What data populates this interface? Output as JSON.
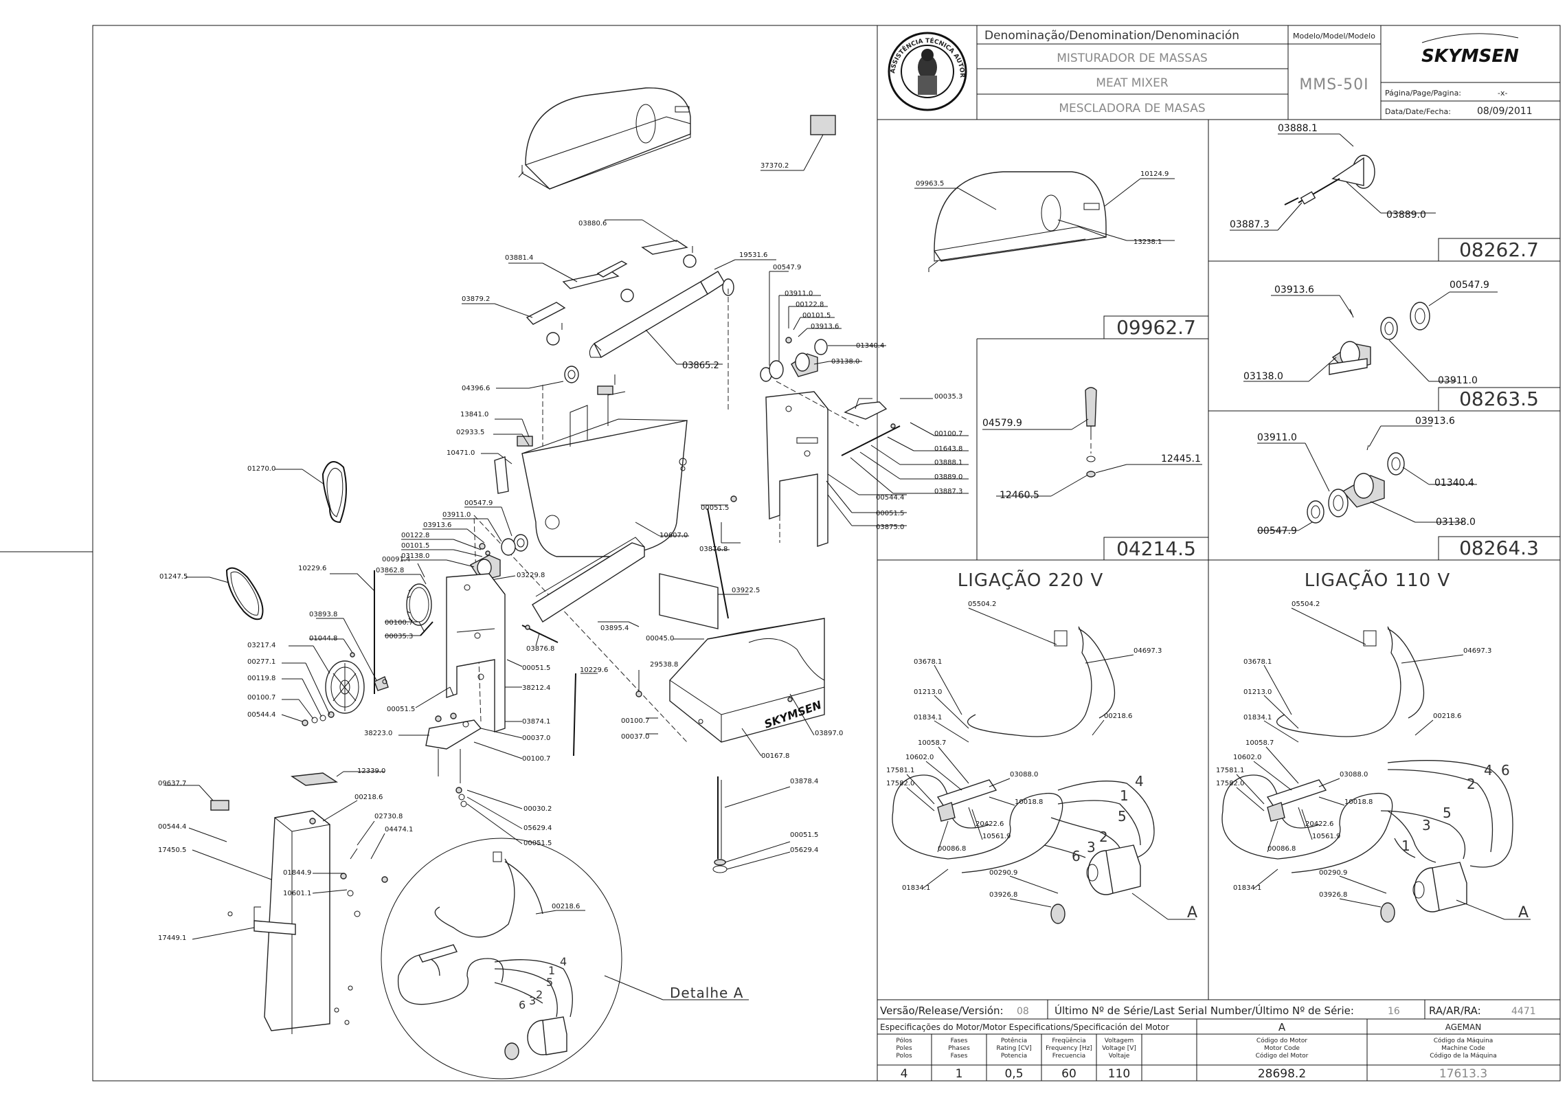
{
  "title_block": {
    "denomination_header": "Denominação/Denomination/Denominación",
    "model_header": "Modelo/Model/Modelo",
    "names": [
      "MISTURADOR DE MASSAS",
      "MEAT MIXER",
      "MESCLADORA DE MASAS"
    ],
    "model": "MMS-50I",
    "page_label": "Página/Page/Pagina:",
    "page_value": "-x-",
    "date_label": "Data/Date/Fecha:",
    "date_value": "08/09/2011",
    "brand": "SKYMSEN",
    "seal_text": "ASSISTÊNCIA TÉCNICA AUTORIZADA"
  },
  "sub_assemblies": [
    {
      "code": "09962.7",
      "parts": [
        "09963.5",
        "10124.9",
        "13238.1"
      ]
    },
    {
      "code": "08262.7",
      "parts": [
        "03888.1",
        "03889.0",
        "03887.3"
      ]
    },
    {
      "code": "08263.5",
      "parts": [
        "03913.6",
        "00547.9",
        "03138.0",
        "03911.0"
      ]
    },
    {
      "code": "08264.3",
      "parts": [
        "03911.0",
        "03913.6",
        "01340.4",
        "03138.0",
        "00547.9"
      ]
    },
    {
      "code": "04214.5",
      "parts": [
        "04579.9",
        "12445.1",
        "12460.5"
      ]
    }
  ],
  "wiring": [
    {
      "title": "LIGAÇÃO 220 V",
      "labels": [
        "05504.2",
        "04697.3",
        "03678.1",
        "01213.0",
        "01834.1",
        "00218.6",
        "10058.7",
        "10602.0",
        "17581.1",
        "17582.0",
        "03088.0",
        "10018.8",
        "20422.6",
        "10561.9",
        "00086.8",
        "01834.1",
        "00290.9",
        "03926.8"
      ],
      "numbers": [
        "4",
        "1",
        "5",
        "2",
        "6",
        "3"
      ],
      "motor_label": "A"
    },
    {
      "title": "LIGAÇÃO 110 V",
      "labels": [
        "05504.2",
        "04697.3",
        "03678.1",
        "01213.0",
        "01834.1",
        "00218.6",
        "10058.7",
        "10602.0",
        "17581.1",
        "17582.0",
        "03088.0",
        "10018.8",
        "20422.6",
        "10561.9",
        "00086.8",
        "01834.1",
        "00290.9",
        "03926.8"
      ],
      "numbers": [
        "4",
        "6",
        "2",
        "5",
        "3",
        "1"
      ],
      "motor_label": "A"
    }
  ],
  "main_labels": {
    "cover": "37370.2",
    "blade1": "03880.6",
    "blade2": "03881.4",
    "blade3": "03879.2",
    "washer": "19531.6",
    "shaft": "03865.2",
    "shaftend": "04396.6",
    "b1": "00547.9",
    "b2": "03911.0",
    "b3": "00122.8",
    "b4": "00101.5",
    "b5": "03913.6",
    "b6": "01340.4",
    "b7": "03138.0",
    "c1": "00035.3",
    "c2": "00100.7",
    "c3": "01643.8",
    "c4": "03888.1",
    "c5": "03889.0",
    "c6": "03887.3",
    "c7": "00544.4",
    "c8": "00051.5",
    "c9": "03875.0",
    "t1": "13841.0",
    "t2": "02933.5",
    "t3": "10471.0",
    "bowl": "10607.0",
    "belt1": "01270.0",
    "belt2": "01247.5",
    "l1": "00547.9",
    "l2": "03911.0",
    "l3": "03913.6",
    "l4": "00122.8",
    "l5": "00101.5",
    "l6": "03138.0",
    "l7": "00091.4",
    "l8": "03862.8",
    "l9": "03229.8",
    "r1": "10229.6",
    "r2": "03893.8",
    "r3": "01044.8",
    "r4": "00100.7",
    "r5": "00035.3",
    "p1": "03217.4",
    "p2": "00277.1",
    "p3": "00119.8",
    "p4": "00100.7",
    "p5": "00544.4",
    "s1": "00051.5",
    "s2": "03876.8",
    "guard": "03895.4",
    "s3": "03876.8",
    "s4": "00051.5",
    "s5": "38212.4",
    "s6": "00051.5",
    "s7": "03874.1",
    "s8": "00037.0",
    "s9": "00100.7",
    "m1": "38223.0",
    "m2": "00030.2",
    "m3": "05629.4",
    "m4": "00051.5",
    "box1": "03922.5",
    "box2": "00045.0",
    "box3": "29538.8",
    "box4": "00100.7",
    "box5": "00037.0",
    "box6": "03897.0",
    "box7": "00167.8",
    "box8": "03878.4",
    "box9": "00051.5",
    "box10": "05629.4",
    "rod": "10229.6",
    "h1": "12339.0",
    "h2": "09637.7",
    "h3": "00218.6",
    "h4": "02730.8",
    "h5": "04474.1",
    "h6": "00544.4",
    "h7": "17450.5",
    "h8": "01844.9",
    "h9": "10601.1",
    "h10": "17449.1",
    "d1": "00218.6",
    "detail": "Detalhe A",
    "detail_numbers": [
      "4",
      "1",
      "5",
      "2",
      "6",
      "3"
    ]
  },
  "footer": {
    "version_label": "Versão/Release/Versión:",
    "version_value": "08",
    "serial_label": "Último Nº de Série/Last Serial Number/Último Nº de Série:",
    "serial_value": "16",
    "ra_label": "RA/AR/RA:",
    "ra_value": "4471",
    "motor_spec_label": "Especificações do Motor/Motor Especifications/Specificación del Motor",
    "motor_col": "A",
    "ageman": "AGEMAN",
    "columns": [
      {
        "h": [
          "Pólos",
          "Poles",
          "Polos"
        ],
        "v": "4"
      },
      {
        "h": [
          "Fases",
          "Phases",
          "Fases"
        ],
        "v": "1"
      },
      {
        "h": [
          "Potência",
          "Rating [CV]",
          "Potencia"
        ],
        "v": "0,5"
      },
      {
        "h": [
          "Freqüência",
          "Frequency [Hz]",
          "Frecuencia"
        ],
        "v": "60"
      },
      {
        "h": [
          "Voltagem",
          "Voltage [V]",
          "Voltaje"
        ],
        "v": "110"
      },
      {
        "h": [
          "Código do Motor",
          "Motor Code",
          "Código del Motor"
        ],
        "v": "28698.2"
      },
      {
        "h": [
          "Código da Máquina",
          "Machine Code",
          "Código de la Máquina"
        ],
        "v": "17613.3"
      }
    ]
  }
}
